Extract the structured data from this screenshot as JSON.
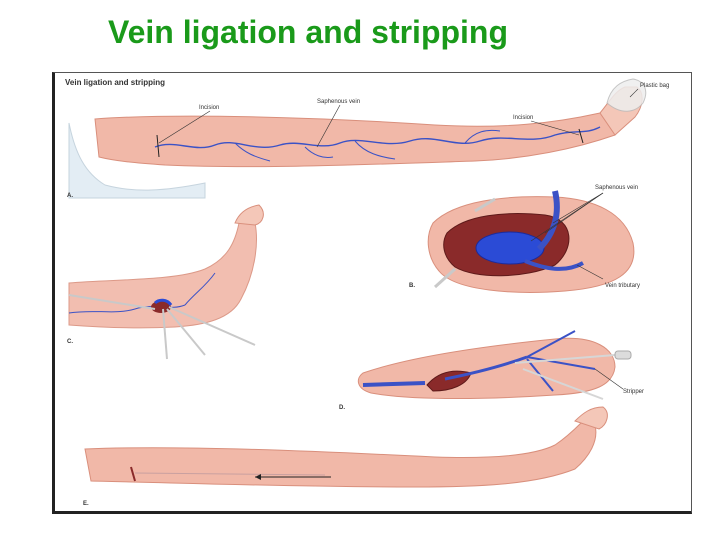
{
  "slide": {
    "title": "Vein ligation and stripping"
  },
  "figure": {
    "header": "Vein ligation and stripping",
    "labels": {
      "incision_left": "Incision",
      "saphenous_top": "Saphenous vein",
      "incision_right": "Incision",
      "plastic_bag": "Plastic bag",
      "saphenous_b": "Saphenous vein",
      "vein_tributary": "Vein tributary",
      "stripper": "Stripper"
    },
    "panels": {
      "a": "A.",
      "b": "B.",
      "c": "C.",
      "d": "D.",
      "e": "E."
    },
    "colors": {
      "skin": "#f1b8a8",
      "skin_light": "#f8dcd2",
      "vein": "#3b52c6",
      "vein_dark": "#1c2a9a",
      "wound": "#8a2a2a",
      "sheet": "#dde8f0",
      "instrument": "#c9c9c9",
      "title_green": "#1a9a1a"
    }
  }
}
